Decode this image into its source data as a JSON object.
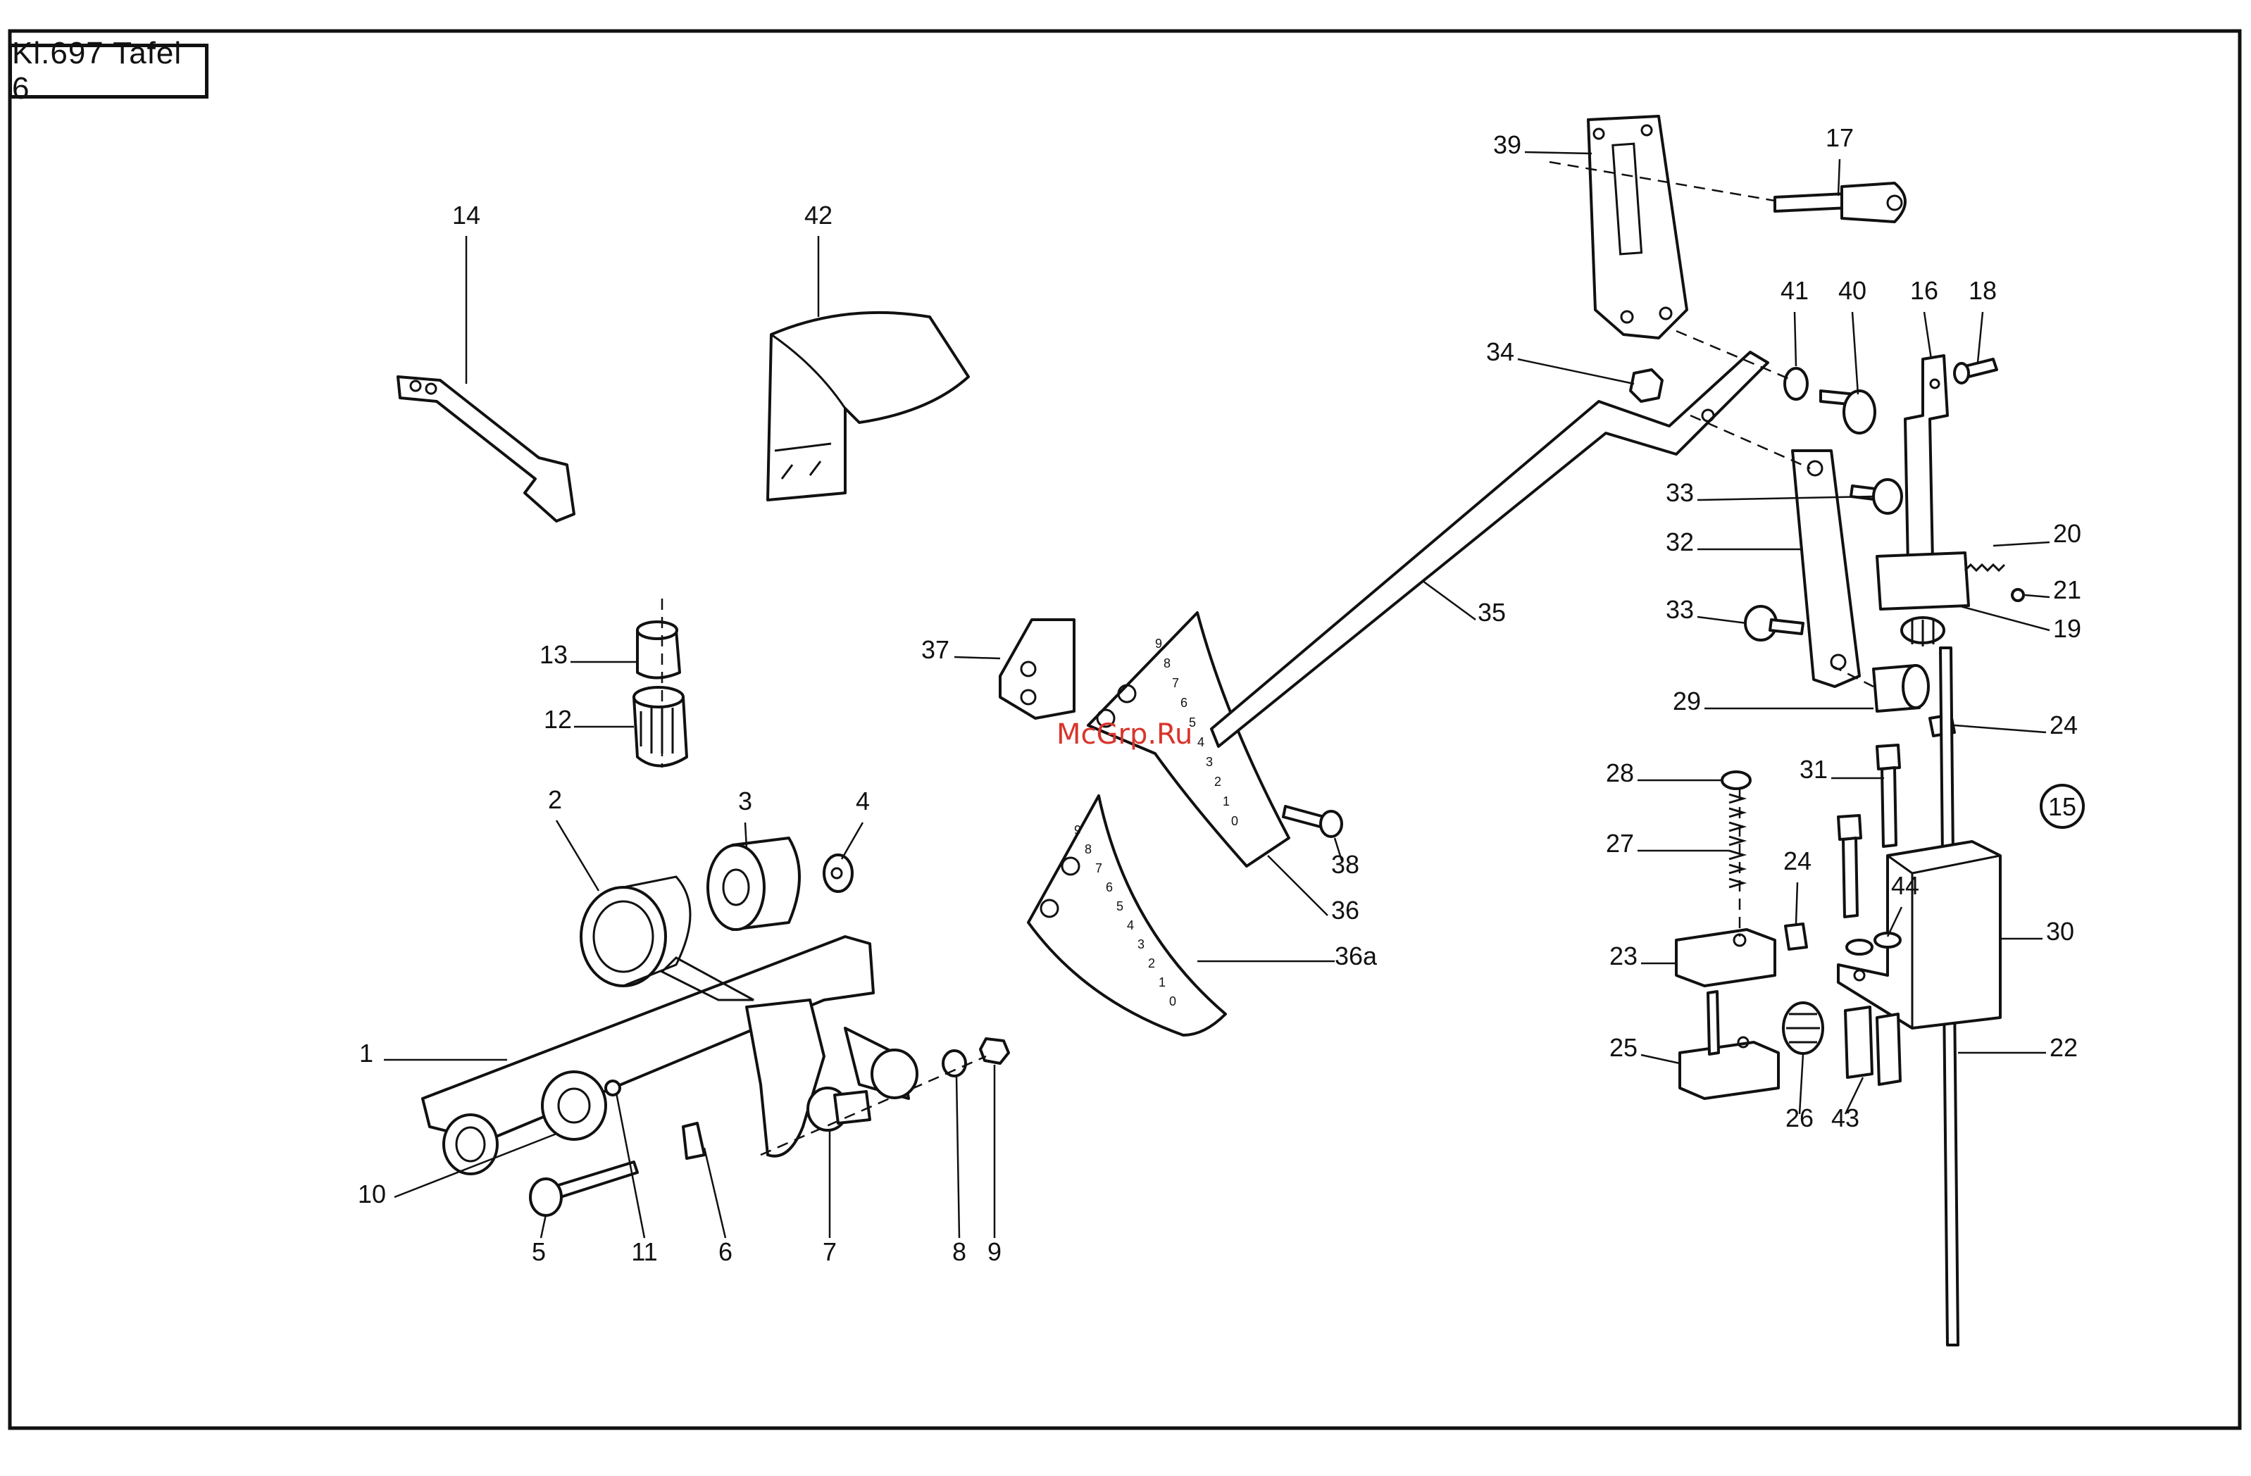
{
  "header": {
    "title": "Kl.697 Tafel 6"
  },
  "watermark": "McGrp.Ru",
  "diagram": {
    "group_number": "15",
    "labels": [
      "1",
      "2",
      "3",
      "4",
      "5",
      "6",
      "7",
      "8",
      "9",
      "10",
      "11",
      "12",
      "13",
      "14",
      "16",
      "17",
      "18",
      "19",
      "20",
      "21",
      "22",
      "23",
      "24",
      "24",
      "25",
      "26",
      "27",
      "28",
      "29",
      "30",
      "31",
      "32",
      "33",
      "33",
      "34",
      "35",
      "36",
      "36a",
      "37",
      "38",
      "39",
      "40",
      "41",
      "42",
      "43",
      "44"
    ],
    "scale_ticks": [
      "9",
      "8",
      "7",
      "6",
      "5",
      "4",
      "3",
      "2",
      "1",
      "0"
    ]
  }
}
